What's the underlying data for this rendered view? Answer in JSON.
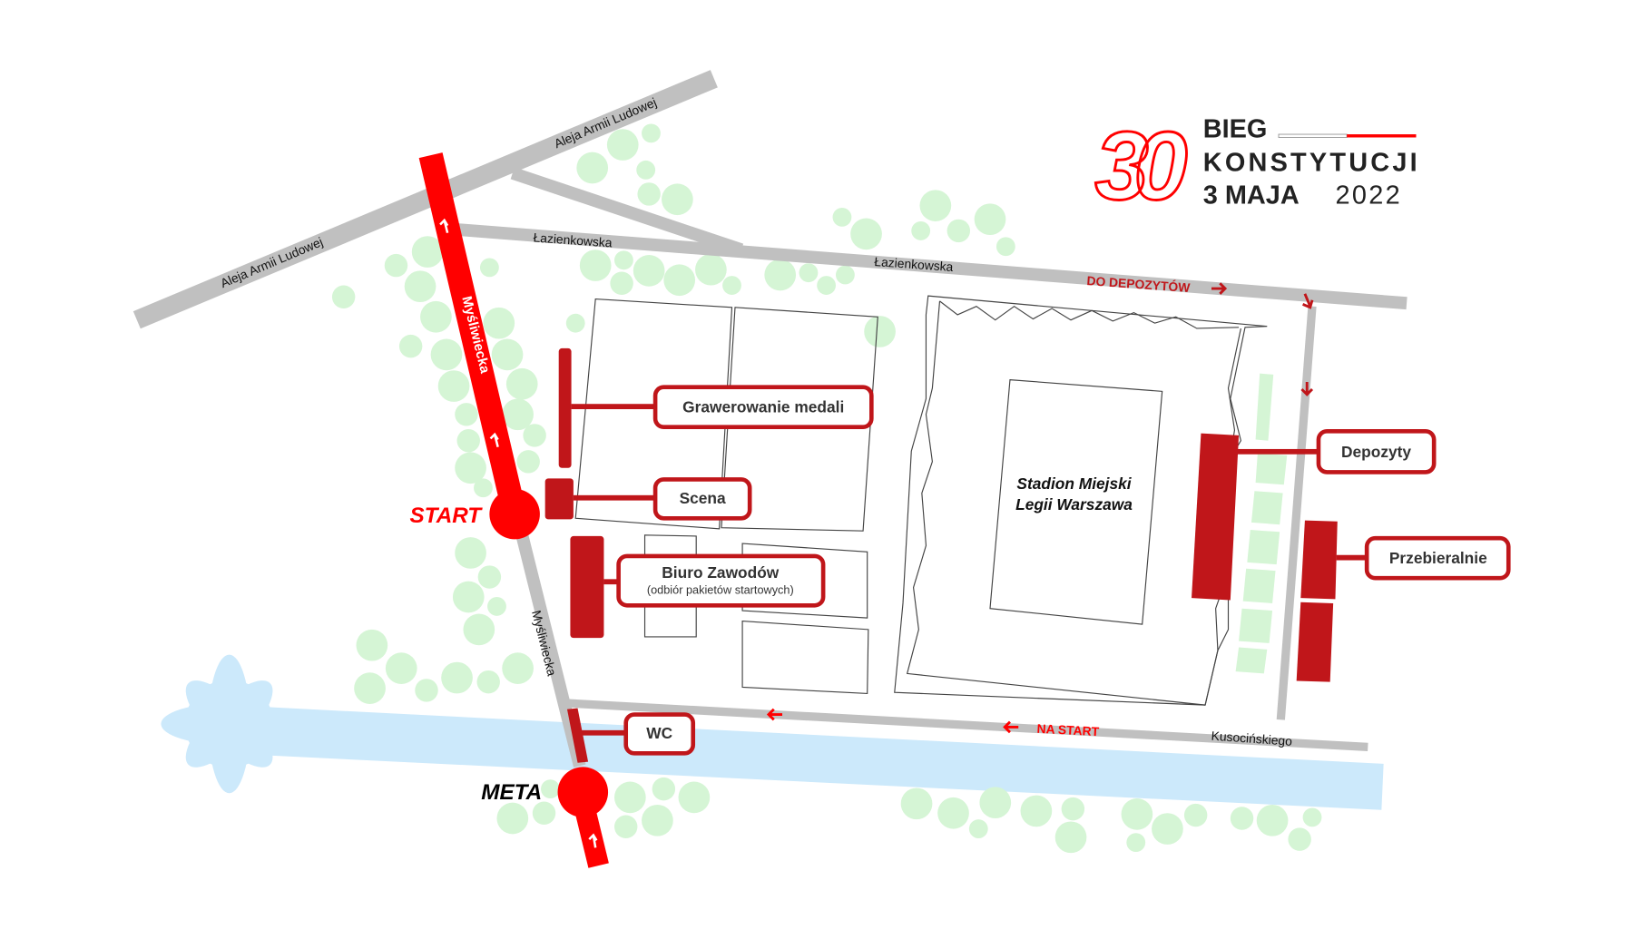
{
  "logo": {
    "number": "30",
    "line1": "BIEG",
    "line2": "KONSTYTUCJI",
    "line3": "3 MAJA",
    "year": "2022"
  },
  "streets": {
    "aleja_1": "Aleja Armii Ludowej",
    "aleja_2": "Aleja Armii Ludowej",
    "lazienkowska_1": "Łazienkowska",
    "lazienkowska_2": "Łazienkowska",
    "mysliwiecka_route": "Myśliwiecka",
    "mysliwiecka_lower": "Myśliwiecka",
    "kusocinskiego": "Kusocińskiego"
  },
  "directions": {
    "to_deposits": "DO DEPOZYTÓW",
    "to_start": "NA START"
  },
  "markers": {
    "start": "START",
    "finish": "META"
  },
  "stadium": {
    "line1": "Stadion Miejski",
    "line2": "Legii Warszawa"
  },
  "facilities": {
    "engraving": "Grawerowanie medali",
    "stage": "Scena",
    "office": "Biuro Zawodów",
    "office_sub": "(odbiór pakietów startowych)",
    "deposits": "Depozyty",
    "changing": "Przebieralnie",
    "wc": "WC"
  },
  "colors": {
    "route": "#ff0000",
    "facility": "#c0161a",
    "road": "#c0c0c0",
    "water": "#cce9fb",
    "tree": "#d5f5d5"
  }
}
